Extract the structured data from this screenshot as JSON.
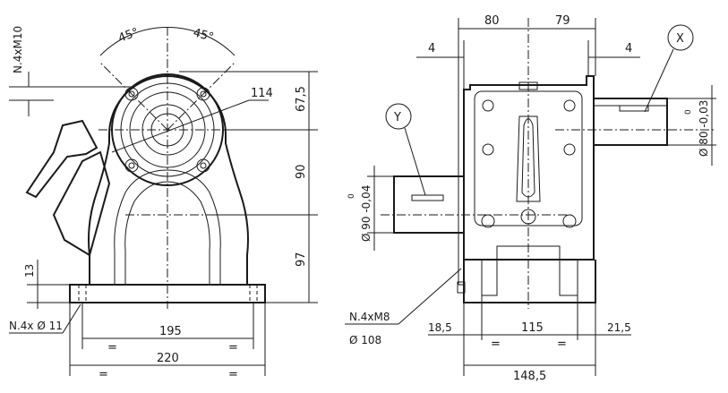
{
  "front_view": {
    "angle_left": "45°",
    "angle_right": "45°",
    "bolt_label": "N.4xM10",
    "dim_114": "114",
    "dim_67_5": "67,5",
    "dim_90": "90",
    "dim_97": "97",
    "dim_13": "13",
    "base_holes": "N.4x Ø  11",
    "dim_195": "195",
    "dim_220": "220",
    "eq": "="
  },
  "side_view": {
    "dim_80": "80",
    "dim_79": "79",
    "dim_4_left": "4",
    "dim_4_right": "4",
    "callout_x": "X",
    "callout_y": "Y",
    "shaft_x_tol": "Ø 80 -0,03",
    "shaft_x_tol_upper": "0",
    "shaft_y_tol": "Ø 90 -0,04",
    "shaft_y_tol_upper": "0",
    "flange_holes": "N.4xM8",
    "flange_dia": "Ø  108",
    "dim_18_5": "18,5",
    "dim_115": "115",
    "dim_21_5": "21,5",
    "dim_148_5": "148,5",
    "eq": "="
  }
}
